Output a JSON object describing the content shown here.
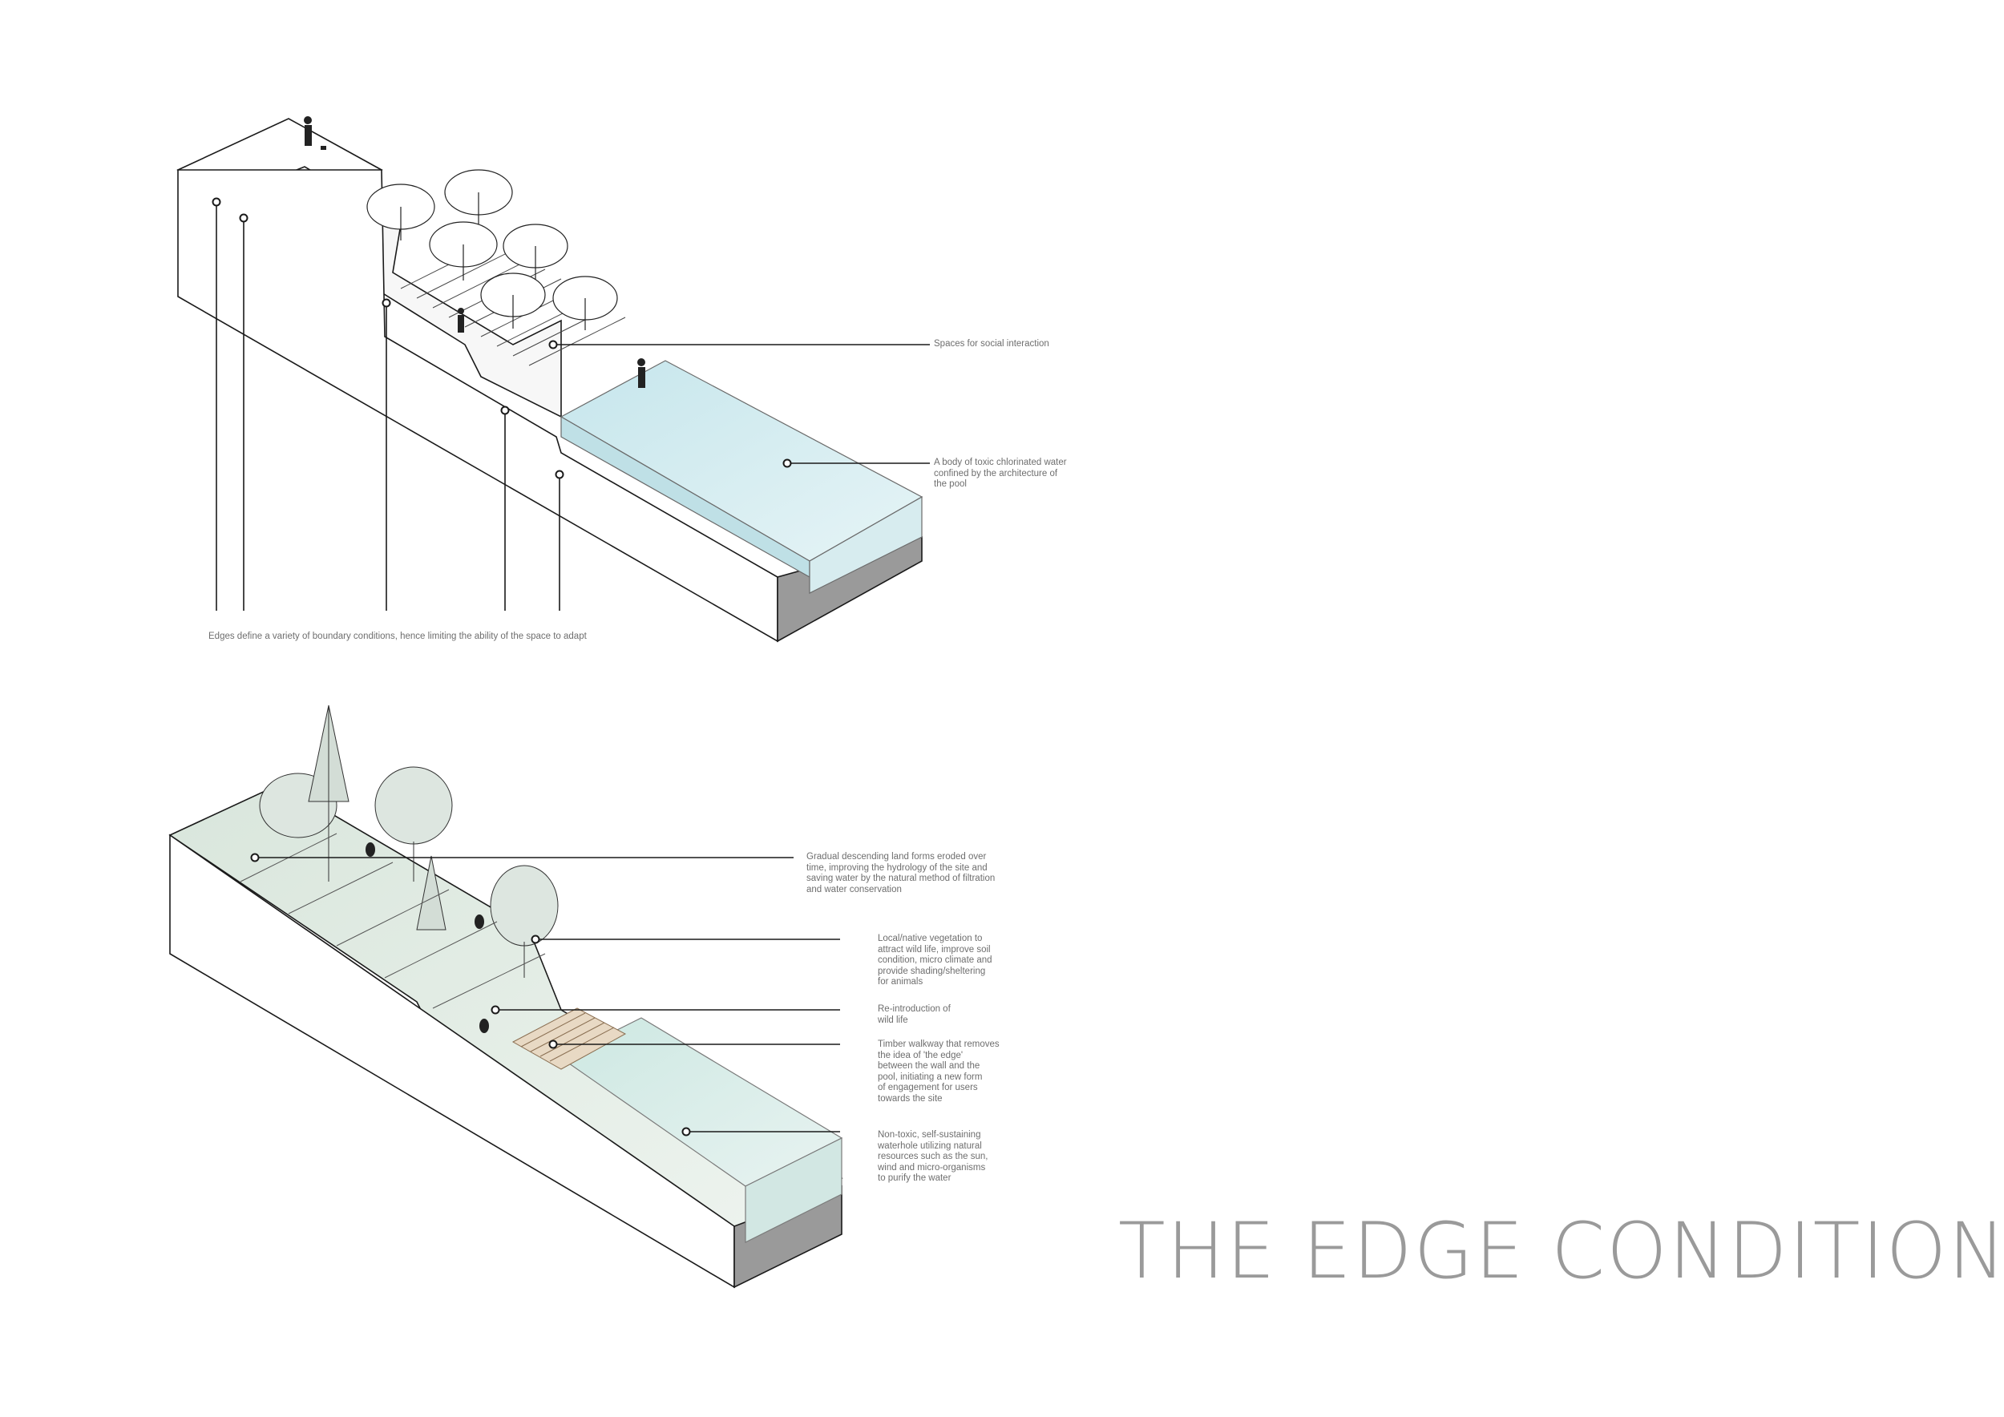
{
  "title": "THE EDGE CONDITION",
  "top_diagram": {
    "annotations": [
      {
        "id": "social",
        "text": "Spaces for social interaction"
      },
      {
        "id": "pool",
        "text": "A body of toxic chlorinated water\nconfined by the architecture of\nthe pool"
      },
      {
        "id": "edges",
        "text": "Edges define a variety of boundary conditions, hence limiting the ability of the space to adapt"
      }
    ]
  },
  "bottom_diagram": {
    "annotations": [
      {
        "id": "landforms",
        "text": "Gradual descending land forms eroded over\ntime, improving the hydrology of the site and\nsaving water by the natural method of filtration\nand water conservation"
      },
      {
        "id": "vegetation",
        "text": "Local/native vegetation to\nattract wild life, improve soil\ncondition, micro climate and\nprovide shading/sheltering\nfor animals"
      },
      {
        "id": "wildlife",
        "text": "Re-introduction of\nwild life"
      },
      {
        "id": "walkway",
        "text": "Timber walkway that removes\nthe idea of 'the edge'\nbetween the wall and the\npool, initiating a new form\nof engagement for users\ntowards the site"
      },
      {
        "id": "waterhole",
        "text": "Non-toxic, self-sustaining\nwaterhole utilizing natural\nresources such as the sun,\nwind and micro-organisms\nto purify the water"
      }
    ]
  },
  "colors": {
    "line": "#1a1a1a",
    "water": "#cfe9ee",
    "water_deep": "#a9d5dc",
    "shade": "#8d8d8d",
    "text": "#6e6e6e"
  }
}
